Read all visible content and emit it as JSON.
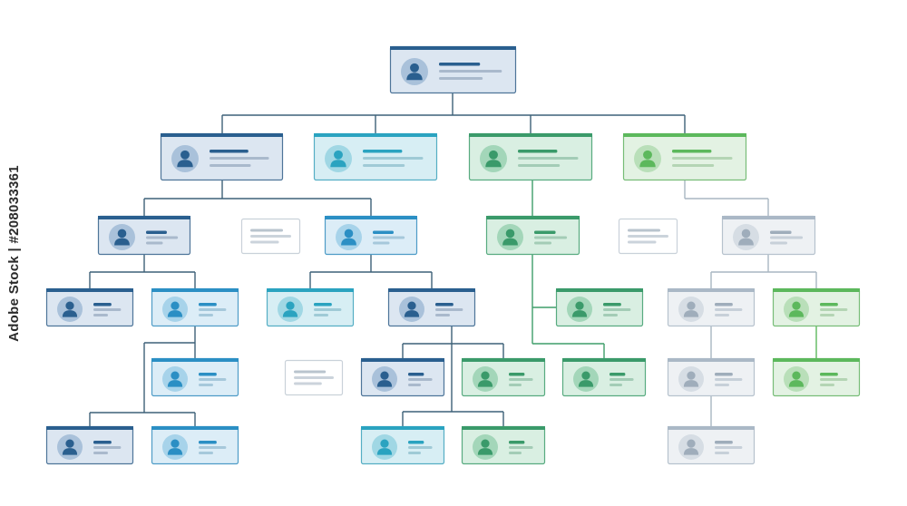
{
  "watermark": {
    "text": "Adobe Stock | #208033361"
  },
  "colors": {
    "connector": "#3d6178",
    "connector_green": "#3f9e6a",
    "connector_gray": "#a9b6c2",
    "background": "#ffffff"
  },
  "themes": {
    "navy": {
      "accent": "#2a5f8f",
      "fill": "#dce6f1",
      "border": "#4e7599",
      "avatar_bg": "#a9c1da",
      "avatar_fg": "#2a5f8f",
      "line": "#2a5f8f",
      "sub": "#a9b9cc"
    },
    "blue": {
      "accent": "#2b8fc4",
      "fill": "#dcedf7",
      "border": "#4e9cc7",
      "avatar_bg": "#a7d3ea",
      "avatar_fg": "#2b8fc4",
      "line": "#2b8fc4",
      "sub": "#a6c8db"
    },
    "teal": {
      "accent": "#2aa3c0",
      "fill": "#d7eef4",
      "border": "#55aec4",
      "avatar_bg": "#a0d7e4",
      "avatar_fg": "#2aa3c0",
      "line": "#2aa3c0",
      "sub": "#9fcad6"
    },
    "green": {
      "accent": "#3a9a6a",
      "fill": "#d9efe2",
      "border": "#58ab80",
      "avatar_bg": "#a3d6b9",
      "avatar_fg": "#3a9a6a",
      "line": "#3a9a6a",
      "sub": "#a3ccb6"
    },
    "ltgreen": {
      "accent": "#5cb85c",
      "fill": "#e3f2e3",
      "border": "#77bd77",
      "avatar_bg": "#b9dfb9",
      "avatar_fg": "#5cb85c",
      "line": "#5cb85c",
      "sub": "#b4d5b4"
    },
    "gray": {
      "accent": "#aab8c6",
      "fill": "#eef1f4",
      "border": "#b6c2cd",
      "avatar_bg": "#d6dde4",
      "avatar_fg": "#9fadbb",
      "line": "#9fadbb",
      "sub": "#c7d0d9"
    },
    "blank": {
      "accent": "#ffffff",
      "fill": "#ffffff",
      "border": "#c9d1d9",
      "avatar_bg": "#ffffff",
      "avatar_fg": "#ffffff",
      "line": "#b9c4ce",
      "sub": "#cbd3db"
    }
  },
  "nodes": [
    {
      "id": "root",
      "theme": "navy",
      "avatar": true
    },
    {
      "id": "a",
      "theme": "navy",
      "avatar": true
    },
    {
      "id": "b",
      "theme": "teal",
      "avatar": true
    },
    {
      "id": "c",
      "theme": "green",
      "avatar": true
    },
    {
      "id": "d",
      "theme": "ltgreen",
      "avatar": true
    },
    {
      "id": "a1",
      "theme": "navy",
      "avatar": true
    },
    {
      "id": "ab",
      "theme": "blank",
      "avatar": false
    },
    {
      "id": "a2",
      "theme": "blue",
      "avatar": true
    },
    {
      "id": "c1",
      "theme": "green",
      "avatar": true
    },
    {
      "id": "cd",
      "theme": "blank",
      "avatar": false
    },
    {
      "id": "d1",
      "theme": "gray",
      "avatar": true
    },
    {
      "id": "a1a",
      "theme": "navy",
      "avatar": true
    },
    {
      "id": "a1b",
      "theme": "blue",
      "avatar": true
    },
    {
      "id": "a2a",
      "theme": "teal",
      "avatar": true
    },
    {
      "id": "a2b",
      "theme": "navy",
      "avatar": true
    },
    {
      "id": "c1a",
      "theme": "green",
      "avatar": true
    },
    {
      "id": "d1a",
      "theme": "gray",
      "avatar": true
    },
    {
      "id": "d1b",
      "theme": "ltgreen",
      "avatar": true
    },
    {
      "id": "a1b1",
      "theme": "blue",
      "avatar": true
    },
    {
      "id": "mid",
      "theme": "blank",
      "avatar": false
    },
    {
      "id": "a2b1",
      "theme": "navy",
      "avatar": true
    },
    {
      "id": "a2b2",
      "theme": "green",
      "avatar": true
    },
    {
      "id": "c1b",
      "theme": "green",
      "avatar": true
    },
    {
      "id": "d1a1",
      "theme": "gray",
      "avatar": true
    },
    {
      "id": "d1b1",
      "theme": "ltgreen",
      "avatar": true
    },
    {
      "id": "a1b1a",
      "theme": "navy",
      "avatar": true
    },
    {
      "id": "a1b1b",
      "theme": "blue",
      "avatar": true
    },
    {
      "id": "a2b1a",
      "theme": "teal",
      "avatar": true
    },
    {
      "id": "a2b1b",
      "theme": "green",
      "avatar": true
    },
    {
      "id": "d1a1a",
      "theme": "gray",
      "avatar": true
    }
  ]
}
